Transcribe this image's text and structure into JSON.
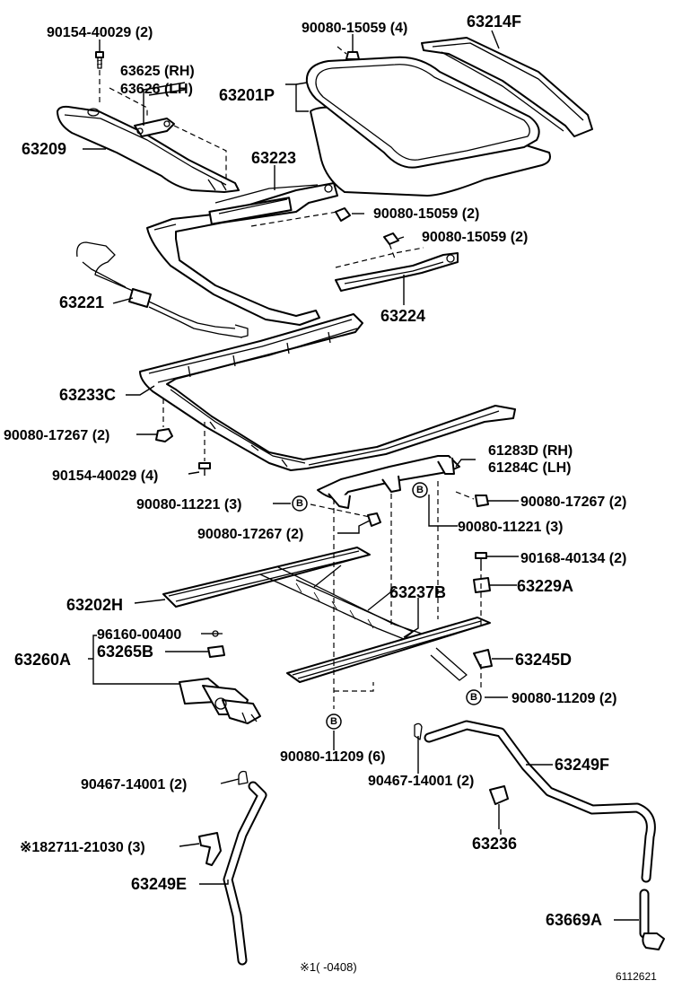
{
  "diagram": {
    "labels": {
      "l_90154_40029_top": "90154-40029 (2)",
      "l_63625": "63625 (RH)",
      "l_63626": "63626 (LH)",
      "l_63209": "63209",
      "l_90080_15059_4": "90080-15059 (4)",
      "l_63214F": "63214F",
      "l_63201P": "63201P",
      "l_63223": "63223",
      "l_90080_15059_2a": "90080-15059 (2)",
      "l_90080_15059_2b": "90080-15059 (2)",
      "l_63221": "63221",
      "l_63224": "63224",
      "l_63233C": "63233C",
      "l_90080_17267_left": "90080-17267 (2)",
      "l_90154_40029_4": "90154-40029 (4)",
      "l_61283D": "61283D (RH)",
      "l_61284C": "61284C (LH)",
      "l_90080_11221_left": "90080-11221 (3)",
      "l_90080_17267_right": "90080-17267 (2)",
      "l_90080_17267_mid": "90080-17267 (2)",
      "l_90080_11221_right": "90080-11221 (3)",
      "l_90168_40134": "90168-40134 (2)",
      "l_63229A": "63229A",
      "l_63202H": "63202H",
      "l_63237B": "63237B",
      "l_96160_00400": "96160-00400",
      "l_63260A": "63260A",
      "l_63265B": "63265B",
      "l_63245D": "63245D",
      "l_90080_11209_2": "90080-11209 (2)",
      "l_90080_11209_6": "90080-11209 (6)",
      "l_90467_14001_right": "90467-14001 (2)",
      "l_63249F": "63249F",
      "l_90467_14001_left": "90467-14001 (2)",
      "l_82711": "※182711-21030 (3)",
      "l_63236": "63236",
      "l_63249E": "63249E",
      "l_63669A": "63669A",
      "l_footnote": "※1(      -0408)",
      "l_code": "6112621"
    },
    "callout_marker": "B"
  }
}
